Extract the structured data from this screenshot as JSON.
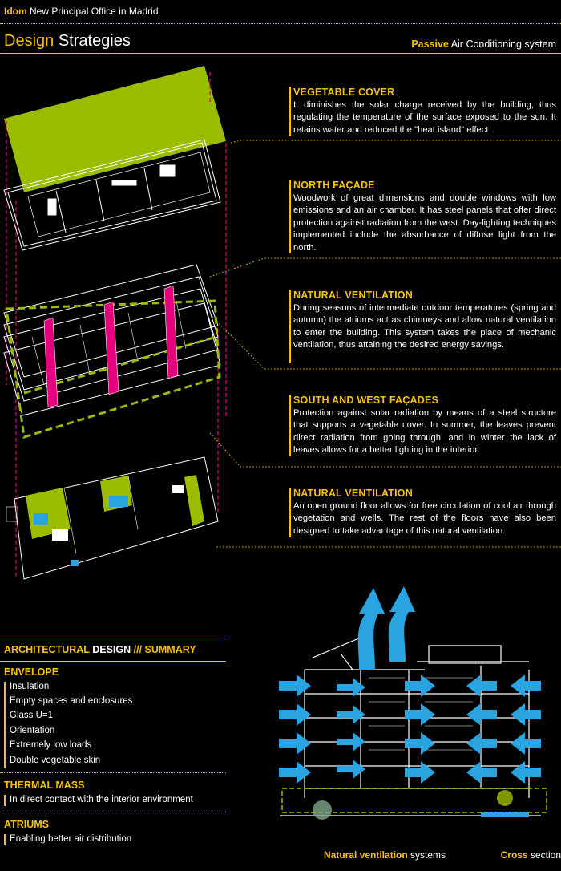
{
  "header": {
    "brand": "Idom",
    "project": "New Principal Office in Madrid"
  },
  "title": {
    "highlight": "Design",
    "rest": "Strategies"
  },
  "subtitle": {
    "highlight": "Passive",
    "rest": "Air Conditioning system"
  },
  "strategies": [
    {
      "heading": "VEGETABLE COVER",
      "text": "It diminishes the solar charge received by the building, thus regulating the temperature of the surface exposed to the sun. It retains water and reduced the \"heat island\" effect."
    },
    {
      "heading": "NORTH FAÇADE",
      "text": "Woodwork of great dimensions and double windows with low emissions and an air chamber. It has steel panels that offer direct protection against radiation from the west. Day-lighting techniques implemented include the absorbance of diffuse light from the north."
    },
    {
      "heading": "NATURAL VENTILATION",
      "text": "During seasons of intermediate outdoor temperatures (spring and autumn) the atriums act as chimneys and allow natural ventilation to enter the building. This system takes the place of mechanic ventilation, thus attaining the desired energy savings."
    },
    {
      "heading": "SOUTH AND WEST FAÇADES",
      "text": "Protection against solar radiation by means of a steel structure that supports a vegetable cover. In summer, the leaves prevent direct radiation from going through, and in winter the lack of leaves allows for a better lighting in the interior."
    },
    {
      "heading": "NATURAL VENTILATION",
      "text": "An open ground floor allows for free circulation of cool air through vegetation and wells. The rest of the floors have also been designed to take advantage of this natural ventilation."
    }
  ],
  "summary": {
    "title_a": "ARCHITECTURAL",
    "title_b": "DESIGN",
    "title_c": "/// SUMMARY",
    "envelope": {
      "heading": "ENVELOPE",
      "items": [
        "Insulation",
        "Empty spaces and enclosures",
        "Glass U=1",
        "Orientation",
        "Extremely low loads",
        "Double vegetable skin"
      ]
    },
    "thermal": {
      "heading": "THERMAL MASS",
      "items": [
        "In direct contact with the interior environment"
      ]
    },
    "atriums": {
      "heading": "ATRIUMS",
      "items": [
        "Enabling better air distribution"
      ]
    }
  },
  "captions": {
    "left_bold": "Natural ventilation",
    "left_rest": "systems",
    "right_bold": "Cross",
    "right_rest": "section"
  },
  "colors": {
    "accent": "#f5c200",
    "green": "#9bbd00",
    "magenta": "#e6007e",
    "arrow": "#2aa4e0"
  }
}
